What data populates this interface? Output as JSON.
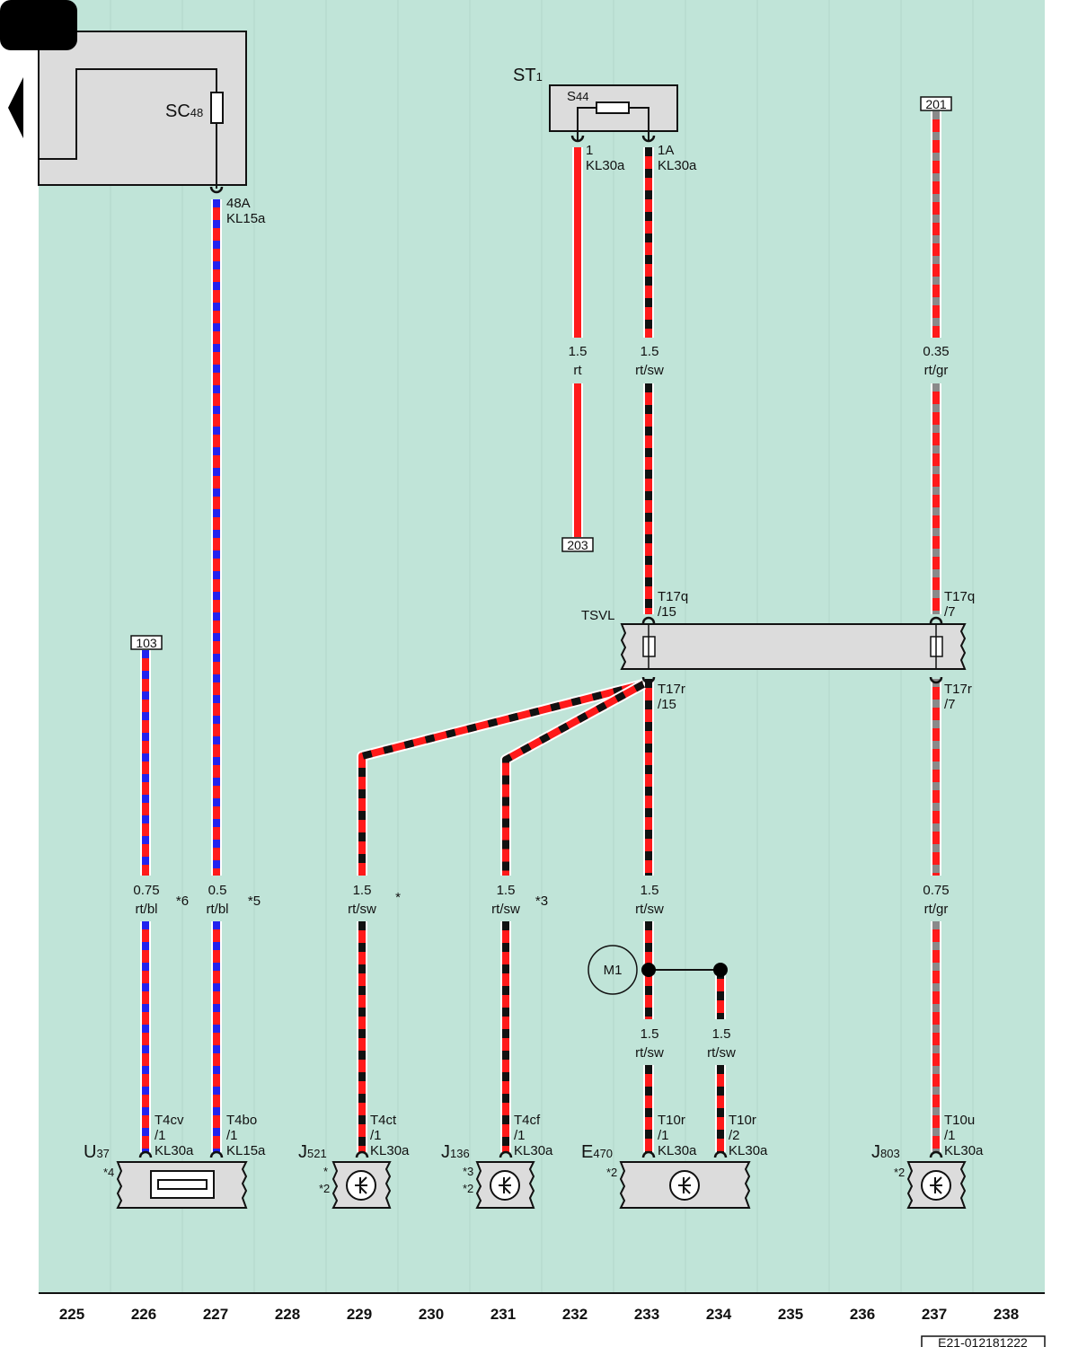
{
  "colors": {
    "background": "#c0e4d8",
    "component_fill": "#dcdcdc",
    "rt": "#ff1a1a",
    "bl": "#2222ee",
    "sw": "#111111",
    "gr": "#8a8a8a"
  },
  "components": {
    "sc48": {
      "name": "SC",
      "sub": "48"
    },
    "st1": {
      "name": "ST",
      "sub": "1"
    },
    "s44": {
      "name": "S",
      "sub": "44"
    },
    "tsvl": {
      "name": "TSVL"
    },
    "m1": {
      "name": "M1"
    },
    "u37": {
      "name": "U",
      "sub": "37",
      "note": "*4"
    },
    "j521": {
      "name": "J",
      "sub": "521",
      "note1": "*",
      "note2": "*2"
    },
    "j136": {
      "name": "J",
      "sub": "136",
      "note1": "*3",
      "note2": "*2"
    },
    "e470": {
      "name": "E",
      "sub": "470",
      "note": "*2"
    },
    "j803": {
      "name": "J",
      "sub": "803",
      "note": "*2"
    }
  },
  "refs": {
    "r103": "103",
    "r201": "201",
    "r203": "203"
  },
  "pins": {
    "sc48_out": [
      "48A",
      "KL15a"
    ],
    "s44_1": [
      "1",
      "KL30a"
    ],
    "s44_1a": [
      "1A",
      "KL30a"
    ],
    "t17q15": [
      "T17q",
      "/15"
    ],
    "t17q7": [
      "T17q",
      "/7"
    ],
    "t17r15": [
      "T17r",
      "/15"
    ],
    "t17r7": [
      "T17r",
      "/7"
    ],
    "u37": [
      "T4cv",
      "/1",
      "KL30a"
    ],
    "u37b": [
      "T4bo",
      "/1",
      "KL15a"
    ],
    "j521": [
      "T4ct",
      "/1",
      "KL30a"
    ],
    "j136": [
      "T4cf",
      "/1",
      "KL30a"
    ],
    "e470a": [
      "T10r",
      "/1",
      "KL30a"
    ],
    "e470b": [
      "T10r",
      "/2",
      "KL30a"
    ],
    "j803": [
      "T10u",
      "/1",
      "KL30a"
    ]
  },
  "wires": {
    "w226": {
      "size": "0.75",
      "color": "rt/bl",
      "note": "*6"
    },
    "w227": {
      "size": "0.5",
      "color": "rt/bl",
      "note": "*5"
    },
    "w229": {
      "size": "1.5",
      "color": "rt/sw",
      "note": "*"
    },
    "w231": {
      "size": "1.5",
      "color": "rt/sw",
      "note": "*3"
    },
    "w232": {
      "size": "1.5",
      "color": "rt"
    },
    "w233top": {
      "size": "1.5",
      "color": "rt/sw"
    },
    "w233mid": {
      "size": "1.5",
      "color": "rt/sw"
    },
    "w233low": {
      "size": "1.5",
      "color": "rt/sw"
    },
    "w234": {
      "size": "1.5",
      "color": "rt/sw"
    },
    "w237top": {
      "size": "0.35",
      "color": "rt/gr"
    },
    "w237bot": {
      "size": "0.75",
      "color": "rt/gr"
    }
  },
  "columns": [
    "225",
    "226",
    "227",
    "228",
    "229",
    "230",
    "231",
    "232",
    "233",
    "234",
    "235",
    "236",
    "237",
    "238"
  ],
  "footer_code": "E21-012181222"
}
